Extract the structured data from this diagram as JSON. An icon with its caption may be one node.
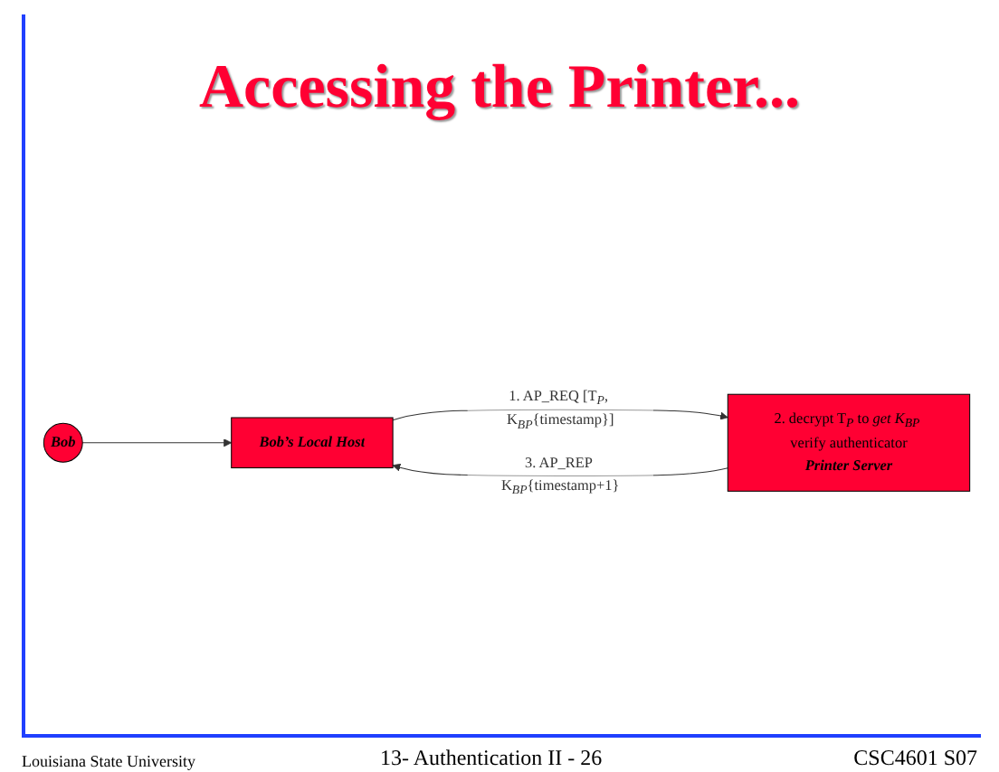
{
  "diagram": {
    "title": "Accessing the Printer...",
    "nodes": [
      {
        "text": [
          "Bob"
        ]
      },
      {
        "text": [
          "Bob’s Local Host"
        ]
      },
      {
        "text": [
          "2. decrypt T$_{P}$ to *get K$_{BP}$* verify authenticator",
          "Printer Server"
        ]
      }
    ],
    "edges": [
      {
        "from": 0,
        "to": 1,
        "arrow": "to"
      },
      {
        "from": 1,
        "to": 2,
        "arrow": "to",
        "label": "1. AP_REQ [T$_{P}$, K$_{BP}${timestamp}]"
      },
      {
        "from": 2,
        "to": 1,
        "arrow": "to",
        "label": "3. AP_REP K$_{BP}${timestamp+1}"
      }
    ],
    "labels": [
      "Louisiana State University",
      "13- Authentication II - 26",
      "CSC4601 S07"
    ]
  }
}
